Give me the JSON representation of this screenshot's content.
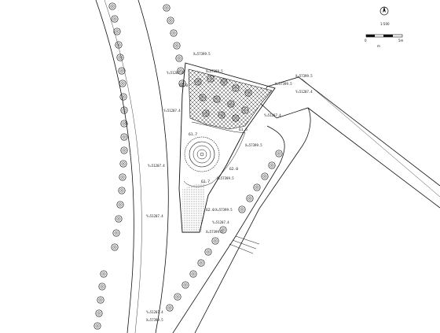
{
  "drawing": {
    "north_symbol": "north-arrow-icon",
    "scale_text": "1:500",
    "scale_start": "0",
    "scale_end": "5m",
    "scale_unit": "m"
  },
  "coordinates": [
    "X=57399.5",
    "Y=51207.4",
    "X=57399.5",
    "Y=51207.4",
    "X=57399.5",
    "Y=51207.4",
    "X=57399.5",
    "Y=51207.4",
    "X=57399.5",
    "Y=51207.4",
    "X=57399.5",
    "Y=51207.4",
    "X=57399.5",
    "Y=51207.4",
    "X=57399.5",
    "Y=51207.4",
    "X=57399.5",
    "Y=51207.4"
  ],
  "elevations": [
    "61.7",
    "62.0",
    "61.7",
    "62.0",
    "62.0",
    "61.5"
  ],
  "colors": {
    "line": "#111111",
    "hatch": "#333333",
    "paper": "#ffffff"
  }
}
